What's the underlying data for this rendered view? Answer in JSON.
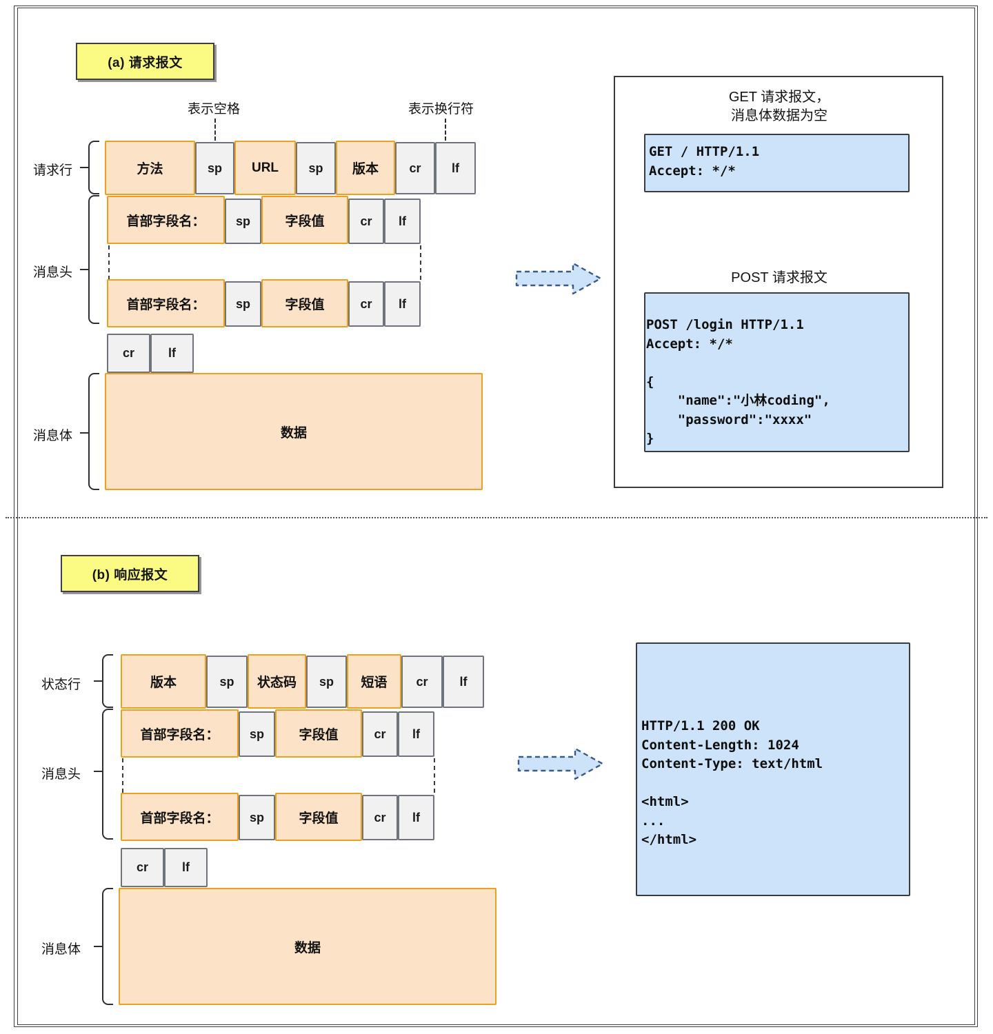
{
  "figure": {
    "title_a": "(a) 请求报文",
    "title_b": "(b) 响应报文"
  },
  "annotations": {
    "space_note": "表示空格",
    "newline_note": "表示换行符"
  },
  "request": {
    "labels": {
      "request_line": "请求行",
      "headers": "消息头",
      "body": "消息体"
    },
    "request_line_cells": [
      {
        "text": "方法",
        "style": "orange"
      },
      {
        "text": "sp",
        "style": "gray"
      },
      {
        "text": "URL",
        "style": "orange"
      },
      {
        "text": "sp",
        "style": "gray"
      },
      {
        "text": "版本",
        "style": "orange"
      },
      {
        "text": "cr",
        "style": "gray"
      },
      {
        "text": "lf",
        "style": "gray"
      }
    ],
    "header_row_cells": [
      {
        "text": "首部字段名：",
        "style": "orange"
      },
      {
        "text": "sp",
        "style": "gray"
      },
      {
        "text": "字段值",
        "style": "orange"
      },
      {
        "text": "cr",
        "style": "gray"
      },
      {
        "text": "lf",
        "style": "gray"
      }
    ],
    "blank_line_cells": [
      {
        "text": "cr",
        "style": "gray"
      },
      {
        "text": "lf",
        "style": "gray"
      }
    ],
    "body_cell": {
      "text": "数据",
      "style": "orange"
    }
  },
  "response": {
    "labels": {
      "status_line": "状态行",
      "headers": "消息头",
      "body": "消息体"
    },
    "status_line_cells": [
      {
        "text": "版本",
        "style": "orange"
      },
      {
        "text": "sp",
        "style": "gray"
      },
      {
        "text": "状态码",
        "style": "orange"
      },
      {
        "text": "sp",
        "style": "gray"
      },
      {
        "text": "短语",
        "style": "orange"
      },
      {
        "text": "cr",
        "style": "gray"
      },
      {
        "text": "lf",
        "style": "gray"
      }
    ],
    "header_row_cells": [
      {
        "text": "首部字段名：",
        "style": "orange"
      },
      {
        "text": "sp",
        "style": "gray"
      },
      {
        "text": "字段值",
        "style": "orange"
      },
      {
        "text": "cr",
        "style": "gray"
      },
      {
        "text": "lf",
        "style": "gray"
      }
    ],
    "blank_line_cells": [
      {
        "text": "cr",
        "style": "gray"
      },
      {
        "text": "lf",
        "style": "gray"
      }
    ],
    "body_cell": {
      "text": "数据",
      "style": "orange"
    }
  },
  "examples": {
    "get_caption": "GET 请求报文，\n消息体数据为空",
    "get_code": "GET / HTTP/1.1\nAccept: */*",
    "post_caption": "POST 请求报文",
    "post_code": "POST /login HTTP/1.1\nAccept: */*\n\n{\n    \"name\":\"小林coding\",\n    \"password\":\"xxxx\"\n}",
    "response_code": "HTTP/1.1 200 OK\nContent-Length: 1024\nContent-Type: text/html\n\n<html>\n...\n</html>"
  },
  "colors": {
    "orange_fill": "#fce2c7",
    "orange_border": "#e8a21f",
    "gray_fill": "#f1f1f1",
    "gray_border": "#6f737b",
    "blue_fill": "#cde3f9",
    "badge_yellow": "#fbfb84",
    "frame": "#3a3a42"
  }
}
